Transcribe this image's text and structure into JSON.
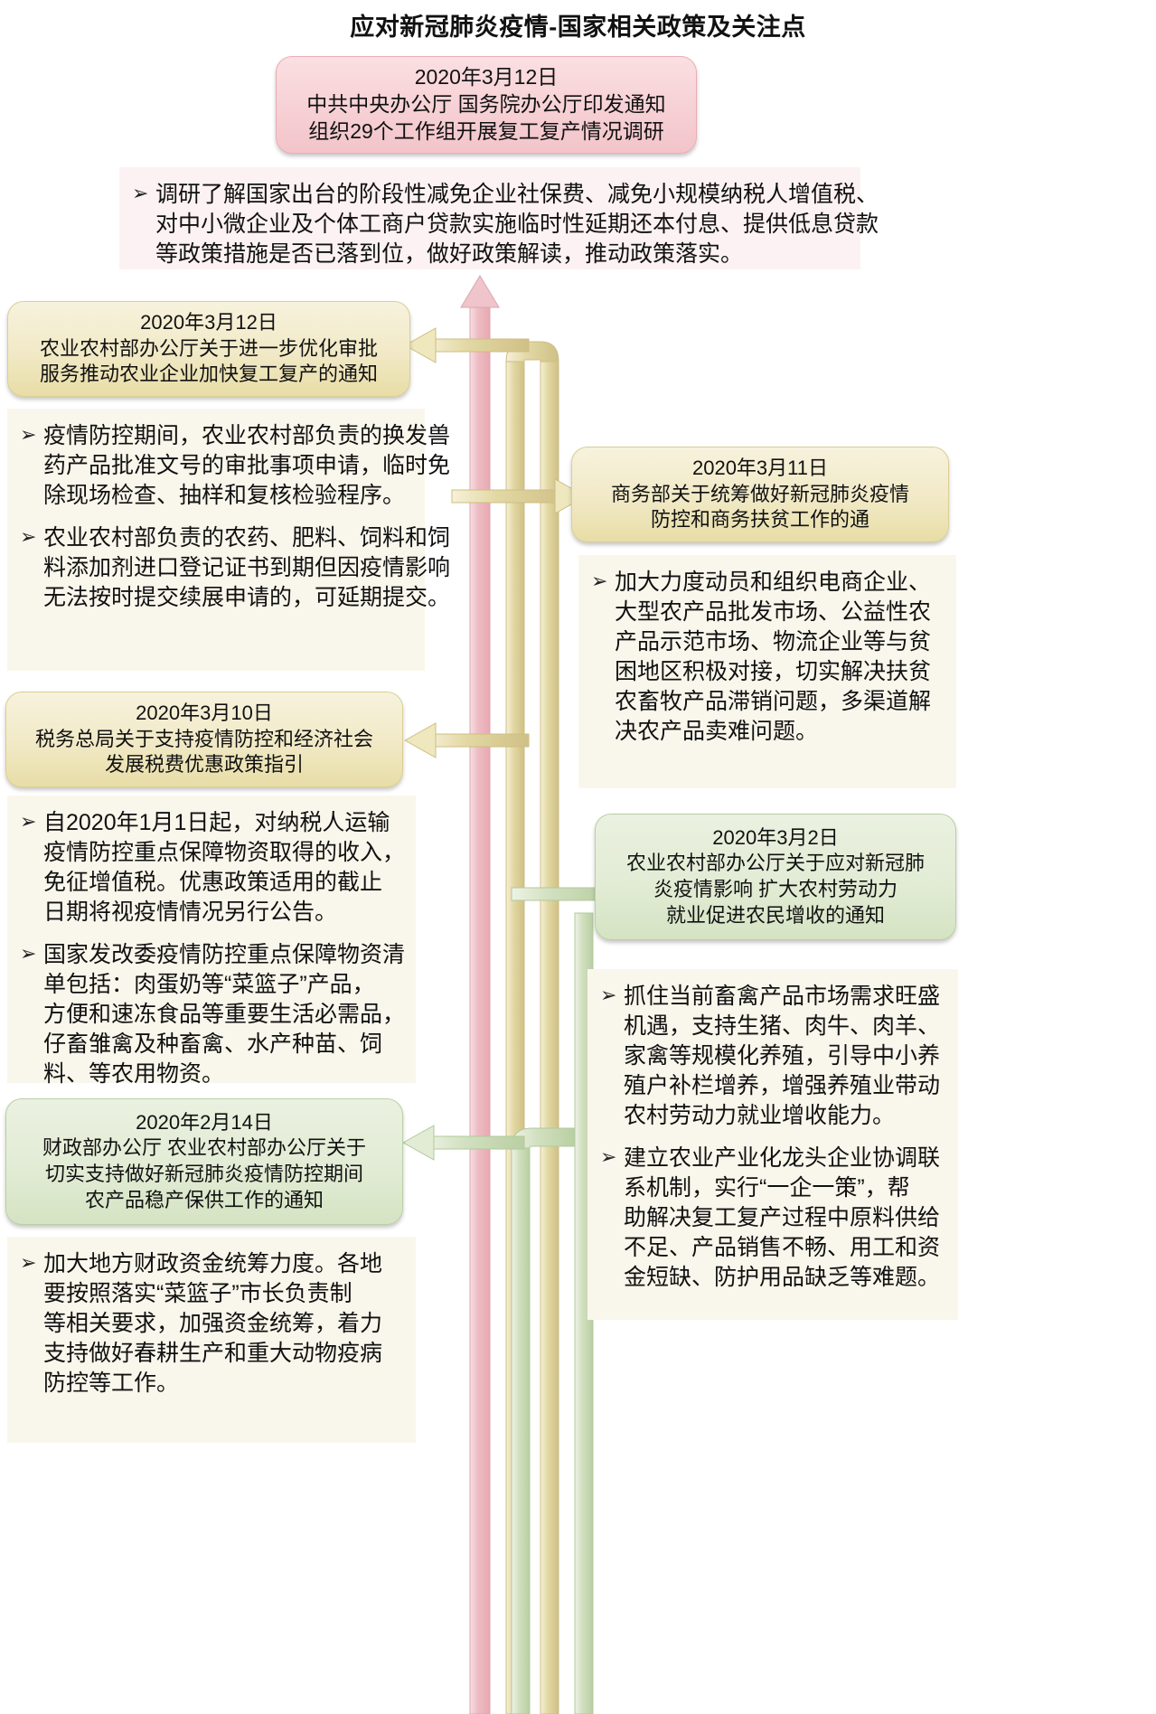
{
  "page": {
    "title": "应对新冠肺炎疫情-国家相关政策及关注点"
  },
  "colors": {
    "pink_fill": "#f7d3d7",
    "pink_border": "#e8aeb5",
    "cream_fill": "#f1e9c6",
    "cream_border": "#d9cf93",
    "green_fill": "#e2ecd5",
    "green_border": "#bacfa6",
    "pink_panel": "#fdf2f3",
    "cream_panel": "#f9f7ec",
    "pipe_pink": "#edb9c0",
    "pipe_cream": "#dfd08f",
    "pipe_green": "#c3d7ae"
  },
  "nodes": {
    "top": {
      "color": "pink",
      "header_lines": [
        "2020年3月12日",
        "中共中央办公厅  国务院办公厅印发通知",
        "组织29个工作组开展复工复产情况调研"
      ],
      "bullets": [
        {
          "marker": "➢",
          "lines": [
            "调研了解国家出台的阶段性减免企业社保费、减免小规模纳税人增值税、",
            "对中小微企业及个体工商户贷款实施临时性延期还本付息、提供低息贷款",
            "等政策措施是否已落到位，做好政策解读，推动政策落实。"
          ]
        }
      ]
    },
    "left_mar12": {
      "color": "cream",
      "header_lines": [
        "2020年3月12日",
        "农业农村部办公厅关于进一步优化审批",
        "服务推动农业企业加快复工复产的通知"
      ],
      "bullets": [
        {
          "marker": "➢",
          "lines": [
            "疫情防控期间，农业农村部负责的换发兽",
            "药产品批准文号的审批事项申请，临时免",
            "除现场检查、抽样和复核检验程序。"
          ]
        },
        {
          "marker": "➢",
          "lines": [
            "农业农村部负责的农药、肥料、饲料和饲",
            "料添加剂进口登记证书到期但因疫情影响",
            "无法按时提交续展申请的，可延期提交。"
          ]
        }
      ]
    },
    "right_mar11": {
      "color": "cream",
      "header_lines": [
        "2020年3月11日",
        "商务部关于统筹做好新冠肺炎疫情",
        "防控和商务扶贫工作的通"
      ],
      "bullets": [
        {
          "marker": "➢",
          "lines": [
            "加大力度动员和组织电商企业、",
            "大型农产品批发市场、公益性农",
            "产品示范市场、物流企业等与贫",
            "困地区积极对接，切实解决扶贫",
            "农畜牧产品滞销问题，多渠道解",
            "决农产品卖难问题。"
          ]
        }
      ]
    },
    "left_mar10": {
      "color": "cream",
      "header_lines": [
        "2020年3月10日",
        "税务总局关于支持疫情防控和经济社会",
        "发展税费优惠政策指引"
      ],
      "bullets": [
        {
          "marker": "➢",
          "lines": [
            "自2020年1月1日起，对纳税人运输",
            "疫情防控重点保障物资取得的收入，",
            "免征增值税。优惠政策适用的截止",
            "日期将视疫情情况另行公告。"
          ]
        },
        {
          "marker": "➢",
          "lines": [
            "国家发改委疫情防控重点保障物资清",
            "单包括：肉蛋奶等“菜篮子”产品，",
            "方便和速冻食品等重要生活必需品，",
            "仔畜雏禽及种畜禽、水产种苗、饲",
            "料、等农用物资。"
          ]
        }
      ]
    },
    "right_mar2": {
      "color": "green",
      "header_lines": [
        "2020年3月2日",
        "农业农村部办公厅关于应对新冠肺",
        "炎疫情影响 扩大农村劳动力",
        "就业促进农民增收的通知"
      ],
      "bullets": [
        {
          "marker": "➢",
          "lines": [
            "抓住当前畜禽产品市场需求旺盛",
            "机遇，支持生猪、肉牛、肉羊、",
            "家禽等规模化养殖，引导中小养",
            "殖户补栏增养，增强养殖业带动",
            "农村劳动力就业增收能力。"
          ]
        },
        {
          "marker": "➢",
          "lines": [
            "建立农业产业化龙头企业协调联",
            "系机制，实行“一企一策”，帮",
            "助解决复工复产过程中原料供给",
            "不足、产品销售不畅、用工和资",
            "金短缺、防护用品缺乏等难题。"
          ]
        }
      ]
    },
    "left_feb14": {
      "color": "green",
      "header_lines": [
        "2020年2月14日",
        "财政部办公厅 农业农村部办公厅关于",
        "切实支持做好新冠肺炎疫情防控期间",
        "农产品稳产保供工作的通知"
      ],
      "bullets": [
        {
          "marker": "➢",
          "lines": [
            "加大地方财政资金统筹力度。各地",
            "要按照落实“菜篮子”市长负责制",
            "等相关要求，加强资金统筹，着力",
            "支持做好春耕生产和重大动物疫病",
            "防控等工作。"
          ]
        }
      ]
    }
  }
}
